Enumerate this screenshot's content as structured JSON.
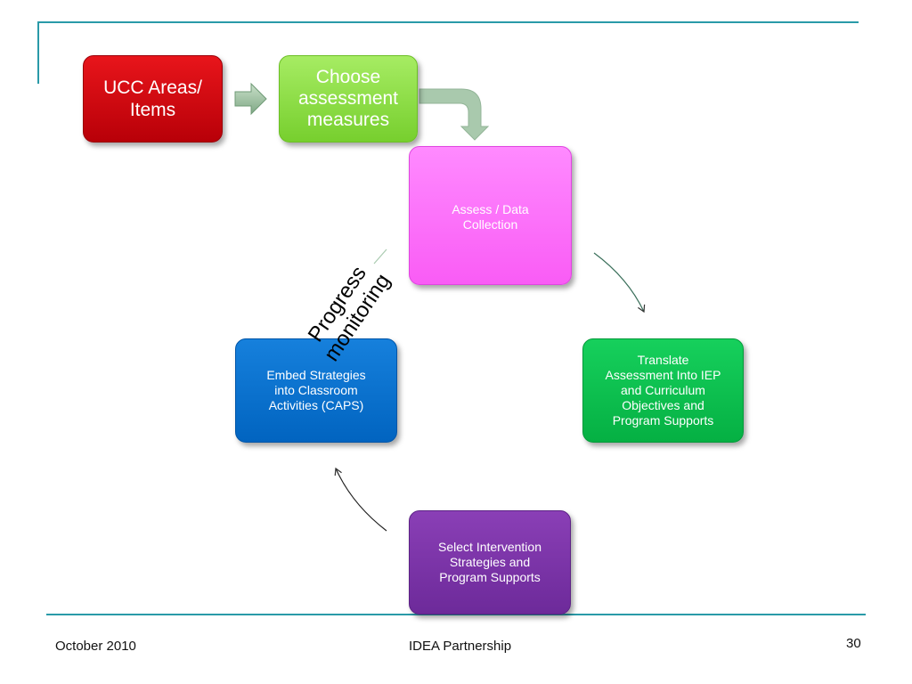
{
  "boxes": {
    "ucc": "UCC Areas/\nItems",
    "choose": "Choose\nassessment\nmeasures",
    "assess": "Assess / Data\nCollection",
    "translate": "Translate\nAssessment Into IEP\nand Curriculum\nObjectives and\nProgram Supports",
    "embed": "Embed  Strategies\ninto Classroom\nActivities (CAPS)",
    "select": "Select Intervention\nStrategies and\nProgram Supports"
  },
  "progress_label": "Progress\nmonitoring",
  "footer": {
    "date": "October  2010",
    "org": "IDEA Partnership",
    "page": "30"
  },
  "colors": {
    "accent_line": "#2a9aa8",
    "ucc": "#d3000e",
    "choose": "#92e04a",
    "assess": "#fb6ef8",
    "translate": "#0dc04f",
    "embed": "#0172d2",
    "select": "#7a35a8",
    "connector_arrow": "#9dc2a6"
  }
}
